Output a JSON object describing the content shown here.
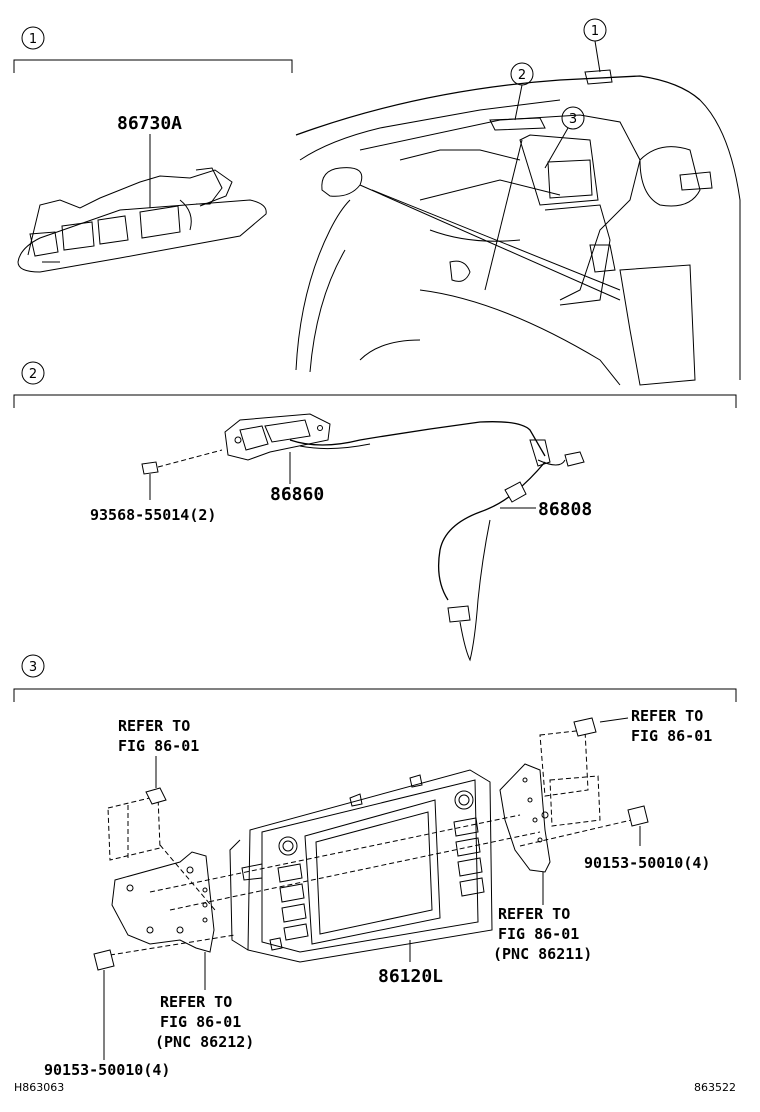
{
  "sections": [
    {
      "callout": "1"
    },
    {
      "callout": "2"
    },
    {
      "callout": "3"
    }
  ],
  "overview": {
    "callouts": [
      "1",
      "2",
      "3"
    ]
  },
  "section1": {
    "part_label": "86730A"
  },
  "section2": {
    "labels": {
      "bracket": "86860",
      "screw": "93568-55014(2)",
      "cable": "86808"
    }
  },
  "section3": {
    "refer_top_left": [
      "REFER TO",
      "FIG 86-01"
    ],
    "refer_top_right": [
      "REFER TO",
      "FIG 86-01"
    ],
    "refer_mid_right": [
      "REFER TO",
      "FIG 86-01",
      "(PNC 86211)"
    ],
    "refer_bottom_left": [
      "REFER TO",
      "FIG 86-01",
      "(PNC 86212)"
    ],
    "bolt_right": "90153-50010(4)",
    "bolt_left": "90153-50010(4)",
    "unit": "86120L"
  },
  "footer": {
    "left_code": "H863063",
    "right_code": "863522"
  }
}
